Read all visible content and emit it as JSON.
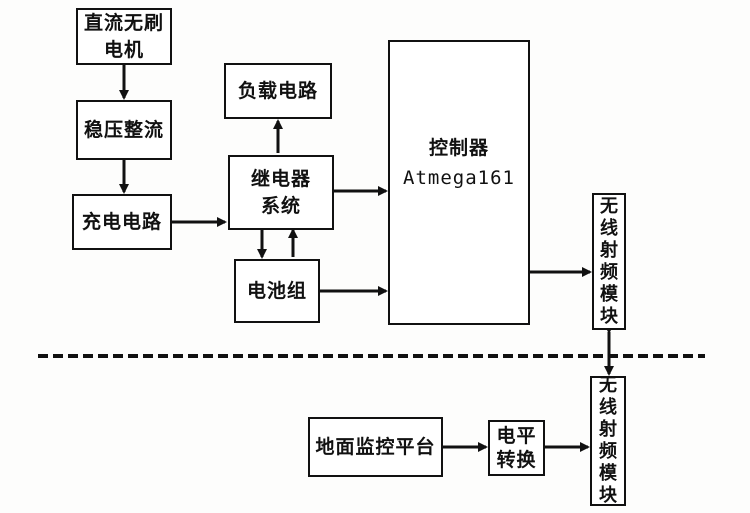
{
  "diagram": {
    "bldc_motor": "直流无刷\n电机",
    "regulator_rectifier": "稳压整流",
    "charging_circuit": "充电电路",
    "load_circuit": "负载电路",
    "relay_system": "继电器\n系统",
    "battery_pack": "电池组",
    "controller_label": "控制器",
    "controller_model": "Atmega161",
    "rf_module_upper": "无线射频模块",
    "rf_module_lower": "无线射频模块",
    "level_converter": "电平\n转换",
    "ground_platform": "地面监控平台"
  },
  "colors": {
    "line": "#111111",
    "background": "#fdfdfc"
  }
}
